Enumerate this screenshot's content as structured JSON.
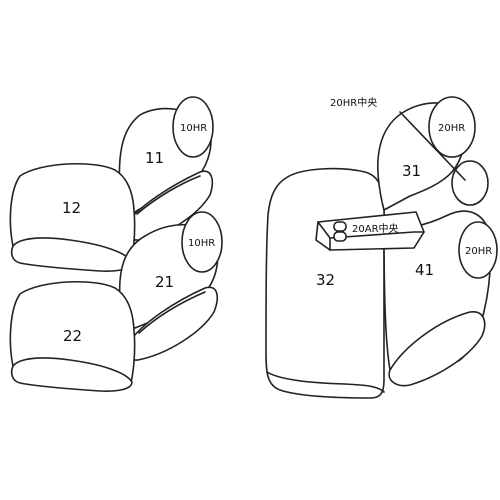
{
  "labels": {
    "seat_11": "11",
    "seat_12": "12",
    "seat_21": "21",
    "seat_22": "22",
    "seat_31": "31",
    "seat_32": "32",
    "seat_41": "41",
    "headrest_1_top": "10HR",
    "headrest_1_bottom": "10HR",
    "headrest_2_top": "20HR",
    "headrest_2_bottom": "20HR",
    "headrest_center": "20HR中央",
    "armrest_center": "20AR中央"
  }
}
